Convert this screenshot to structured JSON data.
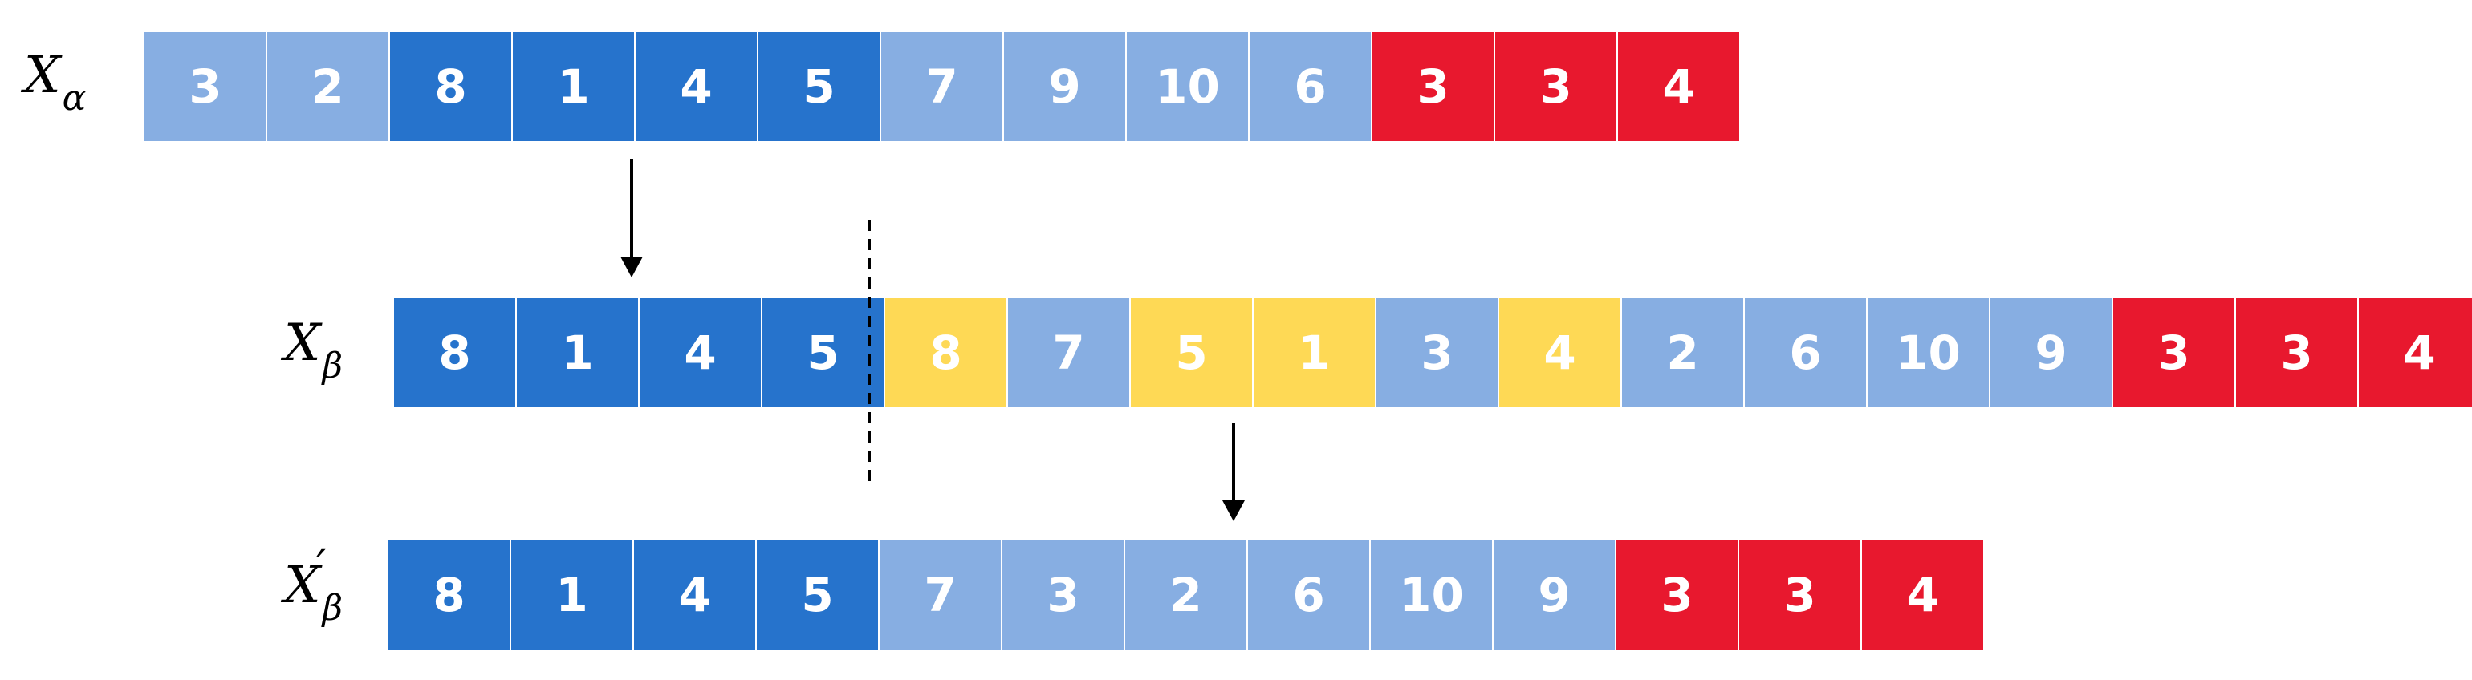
{
  "rows": [
    {
      "label": {
        "main": "X",
        "sub": "α",
        "prime": ""
      },
      "cells": [
        {
          "value": "3",
          "color": "light"
        },
        {
          "value": "2",
          "color": "light"
        },
        {
          "value": "8",
          "color": "dark"
        },
        {
          "value": "1",
          "color": "dark"
        },
        {
          "value": "4",
          "color": "dark"
        },
        {
          "value": "5",
          "color": "dark"
        },
        {
          "value": "7",
          "color": "light"
        },
        {
          "value": "9",
          "color": "light"
        },
        {
          "value": "10",
          "color": "light"
        },
        {
          "value": "6",
          "color": "light"
        },
        {
          "value": "3",
          "color": "red"
        },
        {
          "value": "3",
          "color": "red"
        },
        {
          "value": "4",
          "color": "red"
        }
      ]
    },
    {
      "label": {
        "main": "X",
        "sub": "β",
        "prime": ""
      },
      "cells": [
        {
          "value": "8",
          "color": "dark"
        },
        {
          "value": "1",
          "color": "dark"
        },
        {
          "value": "4",
          "color": "dark"
        },
        {
          "value": "5",
          "color": "dark"
        },
        {
          "value": "8",
          "color": "yellow"
        },
        {
          "value": "7",
          "color": "light"
        },
        {
          "value": "5",
          "color": "yellow"
        },
        {
          "value": "1",
          "color": "yellow"
        },
        {
          "value": "3",
          "color": "light"
        },
        {
          "value": "4",
          "color": "yellow"
        },
        {
          "value": "2",
          "color": "light"
        },
        {
          "value": "6",
          "color": "light"
        },
        {
          "value": "10",
          "color": "light"
        },
        {
          "value": "9",
          "color": "light"
        },
        {
          "value": "3",
          "color": "red"
        },
        {
          "value": "3",
          "color": "red"
        },
        {
          "value": "4",
          "color": "red"
        }
      ]
    },
    {
      "label": {
        "main": "X",
        "sub": "β",
        "prime": "´"
      },
      "cells": [
        {
          "value": "8",
          "color": "dark"
        },
        {
          "value": "1",
          "color": "dark"
        },
        {
          "value": "4",
          "color": "dark"
        },
        {
          "value": "5",
          "color": "dark"
        },
        {
          "value": "7",
          "color": "light"
        },
        {
          "value": "3",
          "color": "light"
        },
        {
          "value": "2",
          "color": "light"
        },
        {
          "value": "6",
          "color": "light"
        },
        {
          "value": "10",
          "color": "light"
        },
        {
          "value": "9",
          "color": "light"
        },
        {
          "value": "3",
          "color": "red"
        },
        {
          "value": "3",
          "color": "red"
        },
        {
          "value": "4",
          "color": "red"
        }
      ]
    }
  ],
  "colors": {
    "light": "#87aee2",
    "dark": "#2673cc",
    "red": "#e8182e",
    "yellow": "#fed955",
    "text": "#ffffff",
    "line": "#000000"
  }
}
